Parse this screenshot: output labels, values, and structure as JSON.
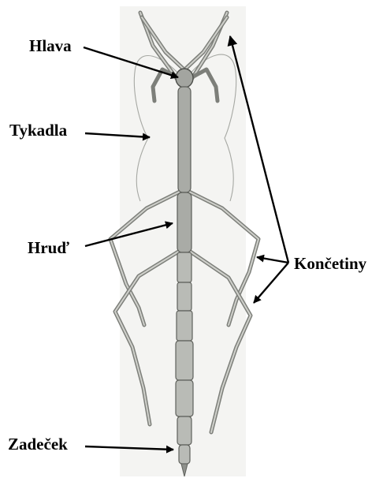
{
  "colors": {
    "background": "#ffffff",
    "panel": "#f4f4f2",
    "insect_fill": "#b9bbb6",
    "insect_outline": "#5f615c",
    "arrow": "#000000",
    "label": "#000000"
  },
  "labels": {
    "head": "Hlava",
    "antennae": "Tykadla",
    "thorax": "Hruď",
    "abdomen": "Zadeček",
    "legs": "Končetiny"
  }
}
